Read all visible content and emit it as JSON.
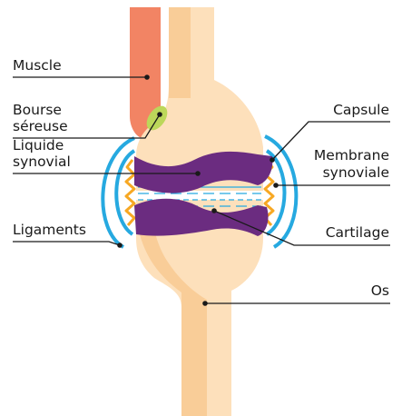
{
  "labels": {
    "muscle": "Muscle",
    "bourse_line1": "Bourse",
    "bourse_line2": "séreuse",
    "liquide_line1": "Liquide",
    "liquide_line2": "synovial",
    "ligaments": "Ligaments",
    "capsule": "Capsule",
    "membrane_line1": "Membrane",
    "membrane_line2": "synoviale",
    "cartilage": "Cartilage",
    "os": "Os"
  },
  "colors": {
    "bone": "#fde0bb",
    "bone_shade": "#f9cd98",
    "muscle": "#f28464",
    "muscle_light": "#f49c80",
    "bursa": "#bcd75a",
    "cartilage": "#6b2c80",
    "capsule": "#26a9e0",
    "ligament": "#f7a823",
    "fluid": "#26a9e0",
    "leader": "#1a1a1a"
  }
}
